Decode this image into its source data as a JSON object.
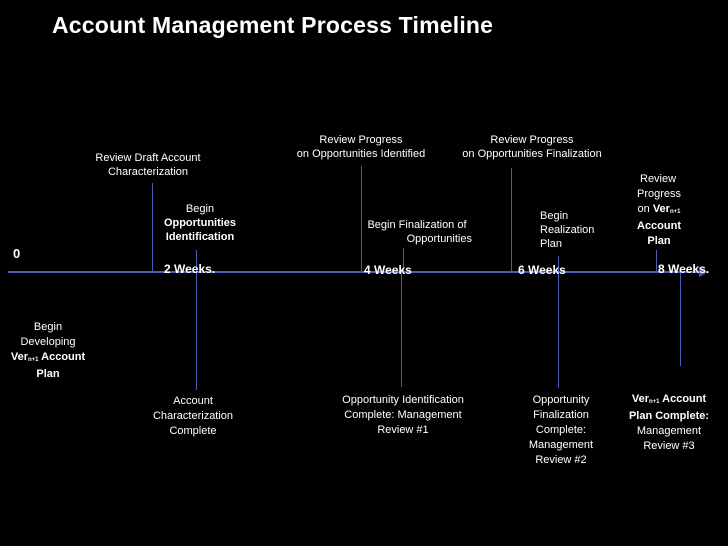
{
  "title": "Account Management Process Timeline",
  "axis": {
    "start": "0"
  },
  "weeks": [
    "2 Weeks.",
    "4 Weeks",
    "6 Weeks",
    "8 Weeks."
  ],
  "above": {
    "review_draft": [
      "Review Draft Account",
      "Characterization"
    ],
    "begin_opp_id": {
      "line1": "Begin",
      "line2": "Opportunities",
      "line3": "Identification"
    },
    "review_progress_1": [
      "Review Progress",
      "on Opportunities Identified"
    ],
    "begin_finalization": [
      "Begin Finalization of",
      "Opportunities"
    ],
    "review_progress_2": [
      "Review Progress",
      "on Opportunities Finalization"
    ],
    "begin_realization": [
      "Begin",
      "Realization",
      "Plan"
    ],
    "review_progress_3": {
      "line1": "Review",
      "line2": "Progress",
      "on": "on ",
      "ver": "Ver",
      "sub": "n+1",
      "line4": "Account",
      "line5": "Plan"
    }
  },
  "below": {
    "begin_developing": {
      "line1": "Begin",
      "line2": "Developing",
      "ver": "Ver",
      "sub": "n+1",
      "account": " Account",
      "line4": "Plan"
    },
    "account_char_complete": [
      "Account",
      "Characterization",
      "Complete"
    ],
    "opp_id_complete": [
      "Opportunity Identification",
      "Complete: Management",
      "Review #1"
    ],
    "opp_fin_complete": [
      "Opportunity",
      "Finalization",
      "Complete:",
      "Management",
      "Review #2"
    ],
    "plan_complete": {
      "ver": "Ver",
      "sub": "n+1",
      "account": " Account",
      "line2": "Plan Complete:",
      "line3": "Management",
      "line4": "Review #3"
    }
  }
}
